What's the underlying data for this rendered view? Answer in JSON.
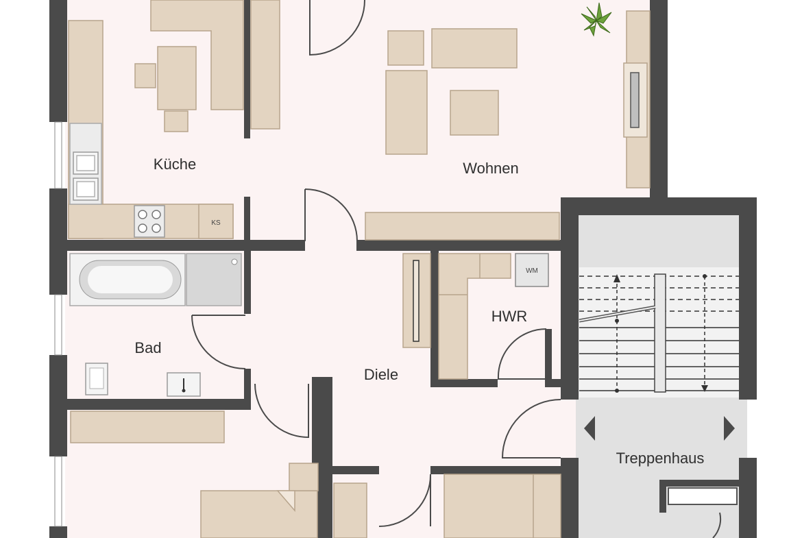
{
  "rooms": {
    "kueche": "Küche",
    "wohnen": "Wohnen",
    "bad": "Bad",
    "diele": "Diele",
    "hwr": "HWR",
    "treppenhaus": "Treppenhaus"
  },
  "appliances": {
    "fridge": "KS",
    "washer": "WM"
  },
  "colors": {
    "wall": "#4a4a4a",
    "floor": "#fcf3f3",
    "stairwell": "#e1e1e1",
    "furniture": "#e3d4c1",
    "furniture_edge": "#b7a48c"
  },
  "icons": [
    "plant-icon",
    "stove-icon",
    "sink-icon",
    "bathtub-icon",
    "toilet-icon",
    "stair-arrow-icon"
  ]
}
